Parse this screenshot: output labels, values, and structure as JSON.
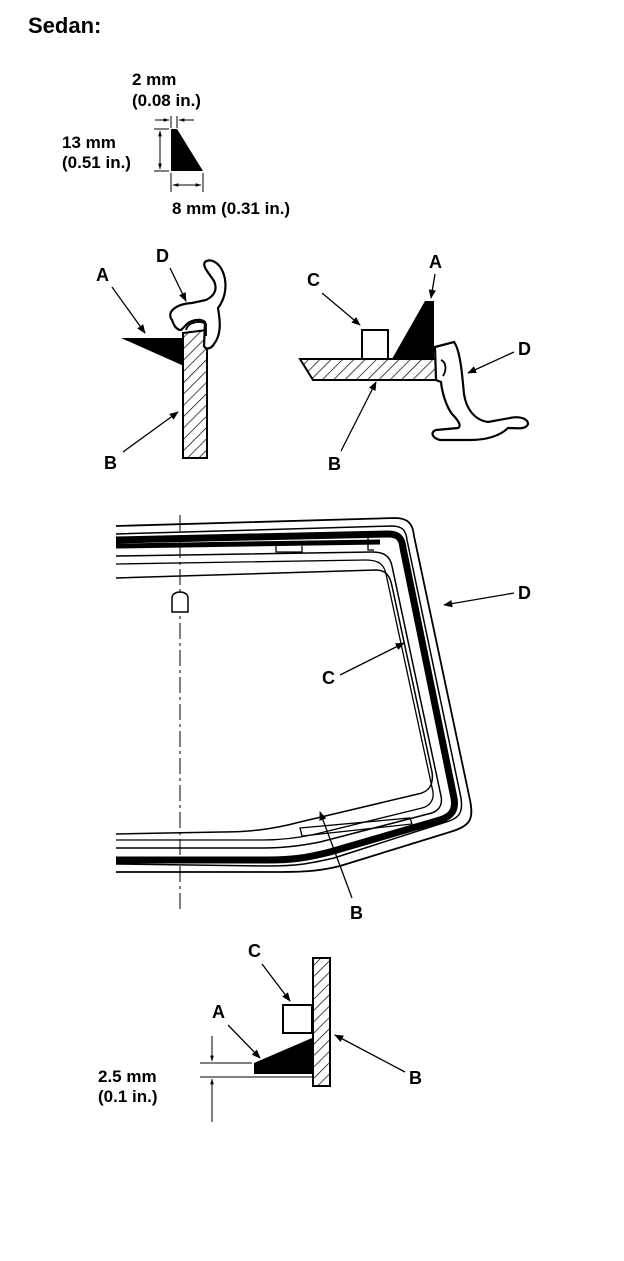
{
  "title": "Sedan:",
  "dimension_detail": {
    "width_mm": "2 mm",
    "width_in": "(0.08 in.)",
    "height_mm": "13 mm",
    "height_in": "(0.51 in.)",
    "base": "8 mm (0.31 in.)"
  },
  "gap_dimension": {
    "mm": "2.5 mm",
    "in": "(0.1 in.)"
  },
  "callouts": {
    "a": "A",
    "b": "B",
    "c": "C",
    "d": "D"
  },
  "colors": {
    "ink": "#000000",
    "paper": "#ffffff"
  }
}
